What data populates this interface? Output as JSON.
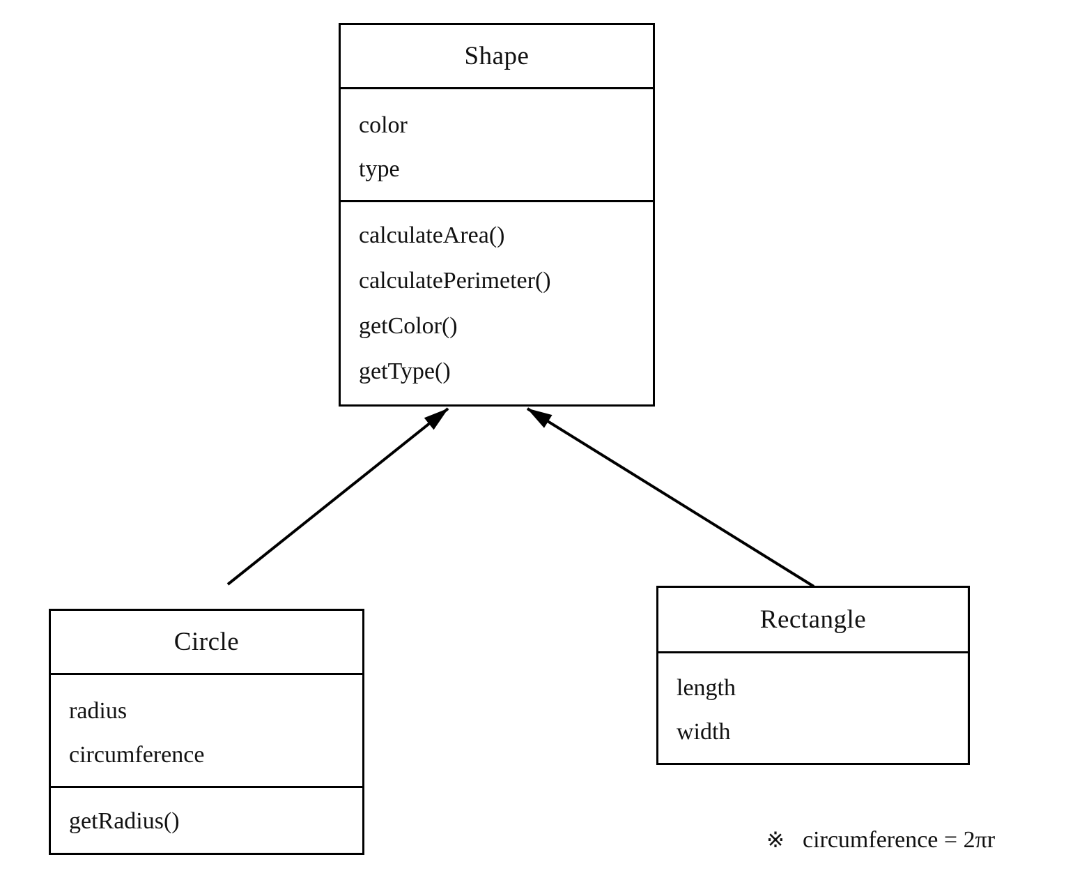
{
  "diagram": {
    "kind": "uml-class-diagram",
    "classes": [
      {
        "name": "Shape",
        "attributes": [
          "color",
          "type"
        ],
        "methods": [
          "calculateArea()",
          "calculatePerimeter()",
          "getColor()",
          "getType()"
        ]
      },
      {
        "name": "Circle",
        "attributes": [
          "radius",
          "circumference"
        ],
        "methods": [
          "getRadius()"
        ]
      },
      {
        "name": "Rectangle",
        "attributes": [
          "length",
          "width"
        ],
        "methods": []
      }
    ],
    "relations": [
      {
        "from": "Circle",
        "to": "Shape",
        "type": "inheritance",
        "style": "solid line with filled arrowhead"
      },
      {
        "from": "Rectangle",
        "to": "Shape",
        "type": "inheritance",
        "style": "solid line with filled arrowhead"
      }
    ],
    "note": {
      "marker": "※",
      "formula": "circumference = 2πr"
    },
    "colors": {
      "line": "#000000",
      "background": "#ffffff",
      "text": "#111111"
    }
  }
}
